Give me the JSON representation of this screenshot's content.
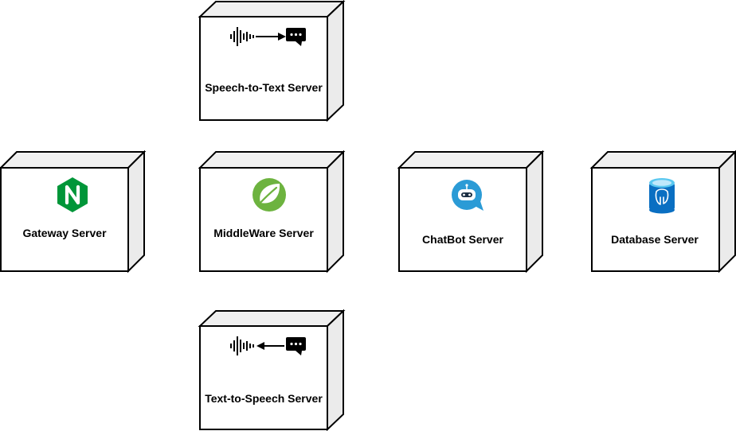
{
  "nodes": [
    {
      "id": "speech-to-text",
      "label": "Speech-to-Text Server",
      "icon": "speech-to-text-icon"
    },
    {
      "id": "gateway",
      "label": "Gateway Server",
      "icon": "nginx-icon"
    },
    {
      "id": "middleware",
      "label": "MiddleWare Server",
      "icon": "spring-icon"
    },
    {
      "id": "chatbot",
      "label": "ChatBot Server",
      "icon": "chatbot-icon"
    },
    {
      "id": "database",
      "label": "Database Server",
      "icon": "postgresql-icon"
    },
    {
      "id": "text-to-speech",
      "label": "Text-to-Speech Server",
      "icon": "text-to-speech-icon"
    }
  ],
  "colors": {
    "box_face": "#ffffff",
    "box_side": "#ebebeb",
    "box_top": "#f0f0f0",
    "stroke": "#000000",
    "nginx_green": "#009639",
    "spring_green": "#6db33f",
    "chatbot_blue": "#2b9bd6",
    "postgres_blue": "#0a6fc2"
  }
}
